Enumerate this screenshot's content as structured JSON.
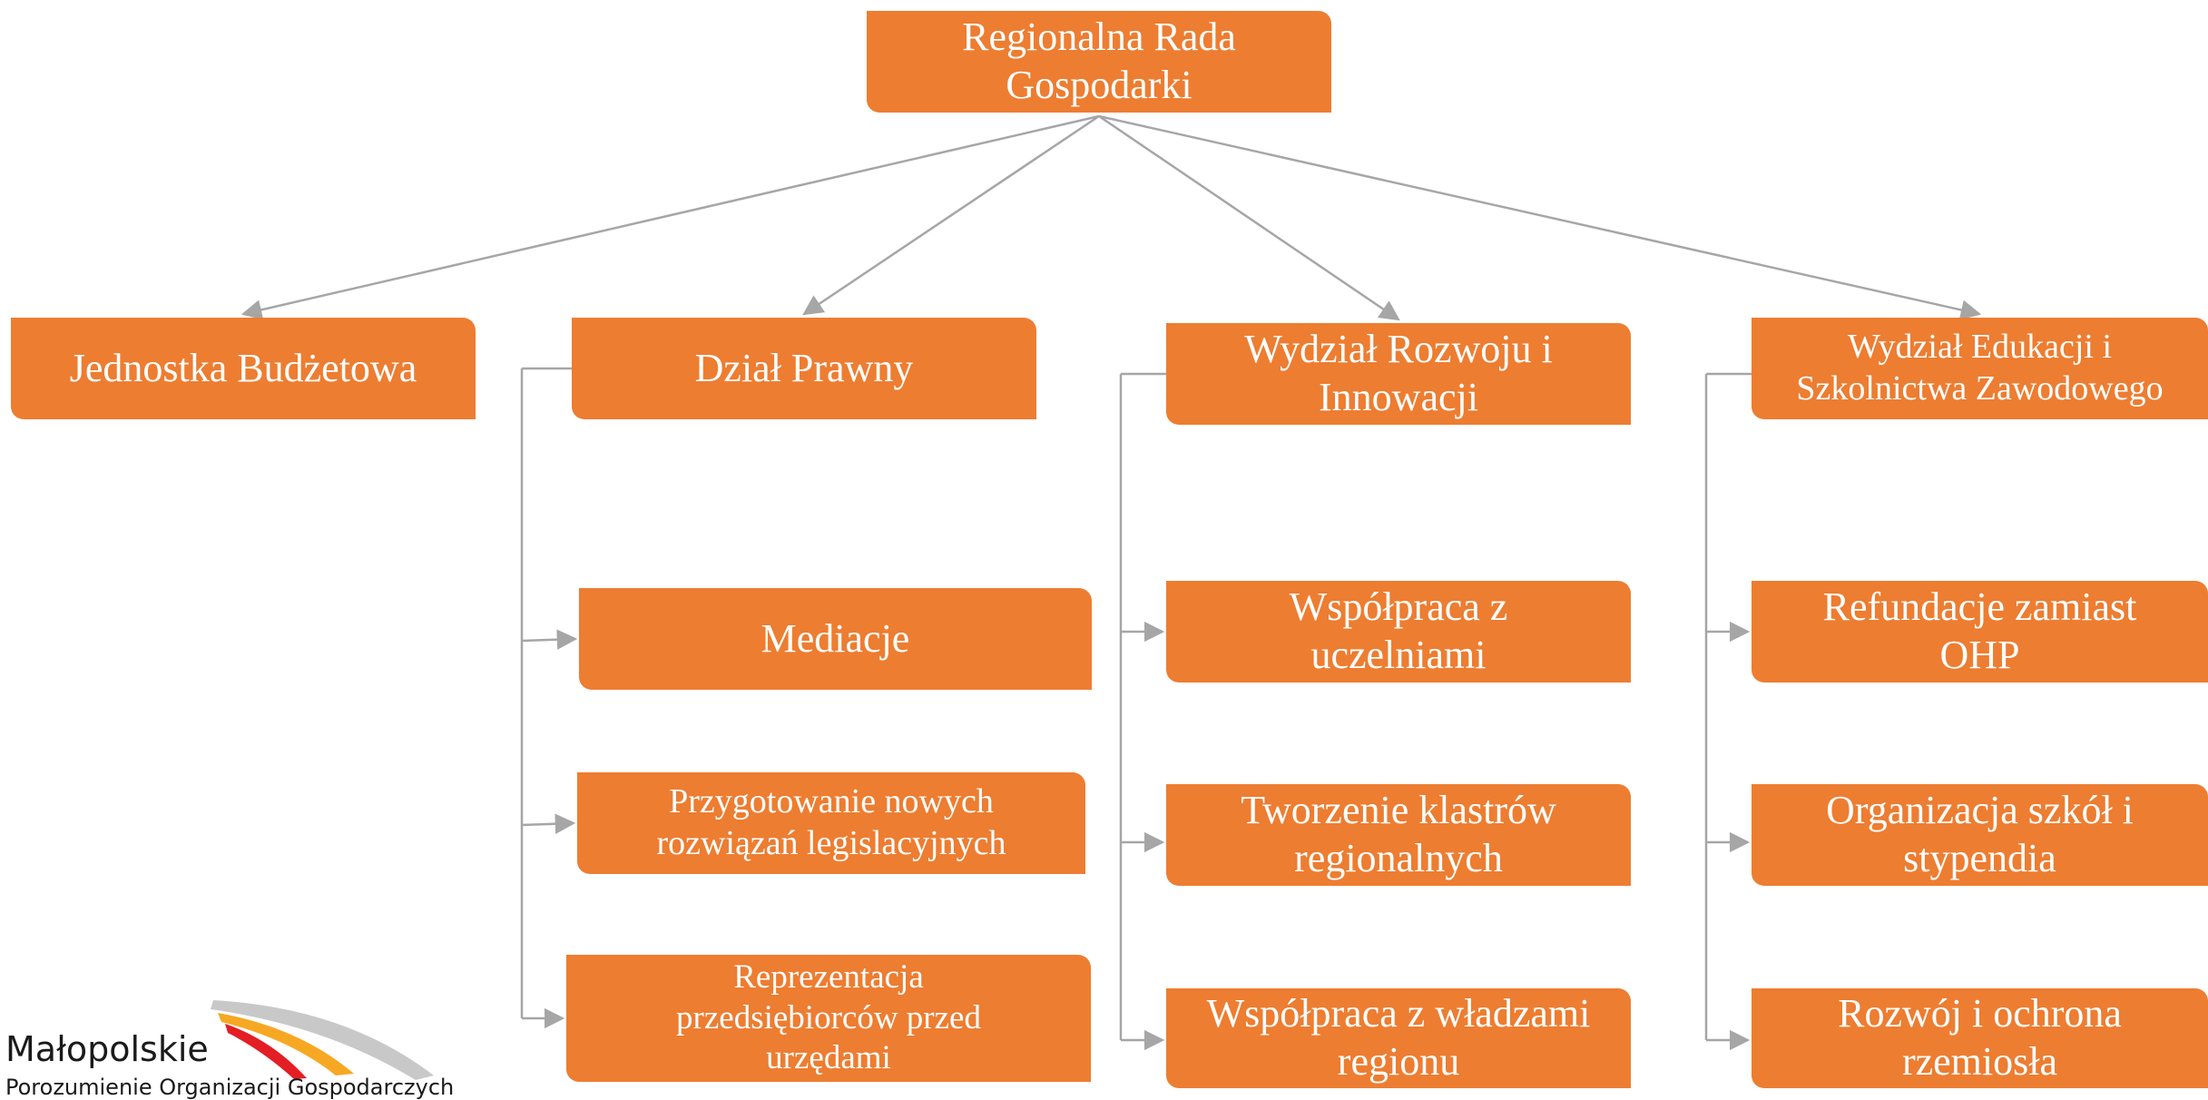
{
  "colors": {
    "box_fill": "#ed7d31",
    "box_text": "#ffffff",
    "connector": "#a6a6a6"
  },
  "root": {
    "label": "Regionalna Rada\nGospodarki"
  },
  "departments": [
    {
      "label": "Jednostka Budżetowa",
      "children": []
    },
    {
      "label": "Dział Prawny",
      "children": [
        {
          "label": "Mediacje"
        },
        {
          "label": "Przygotowanie nowych\nrozwiązań legislacyjnych"
        },
        {
          "label": "Reprezentacja\nprzedsiębiorców przed\nurzędami"
        }
      ]
    },
    {
      "label": "Wydział Rozwoju i\nInnowacji",
      "children": [
        {
          "label": "Współpraca z\nuczelniami"
        },
        {
          "label": "Tworzenie klastrów\nregionalnych"
        },
        {
          "label": "Współpraca z władzami\nregionu"
        }
      ]
    },
    {
      "label": "Wydział Edukacji i\nSzkolnictwa Zawodowego",
      "children": [
        {
          "label": "Refundacje zamiast\nOHP"
        },
        {
          "label": "Organizacja szkół i\nstypendia"
        },
        {
          "label": "Rozwój i ochrona\nrzemiosła"
        }
      ]
    }
  ],
  "logo": {
    "title": "Małopolskie",
    "subtitle": "Porozumienie Organizacji Gospodarczych",
    "stripe_colors": [
      "#e31e24",
      "#f7a823",
      "#c8c8c8"
    ]
  }
}
